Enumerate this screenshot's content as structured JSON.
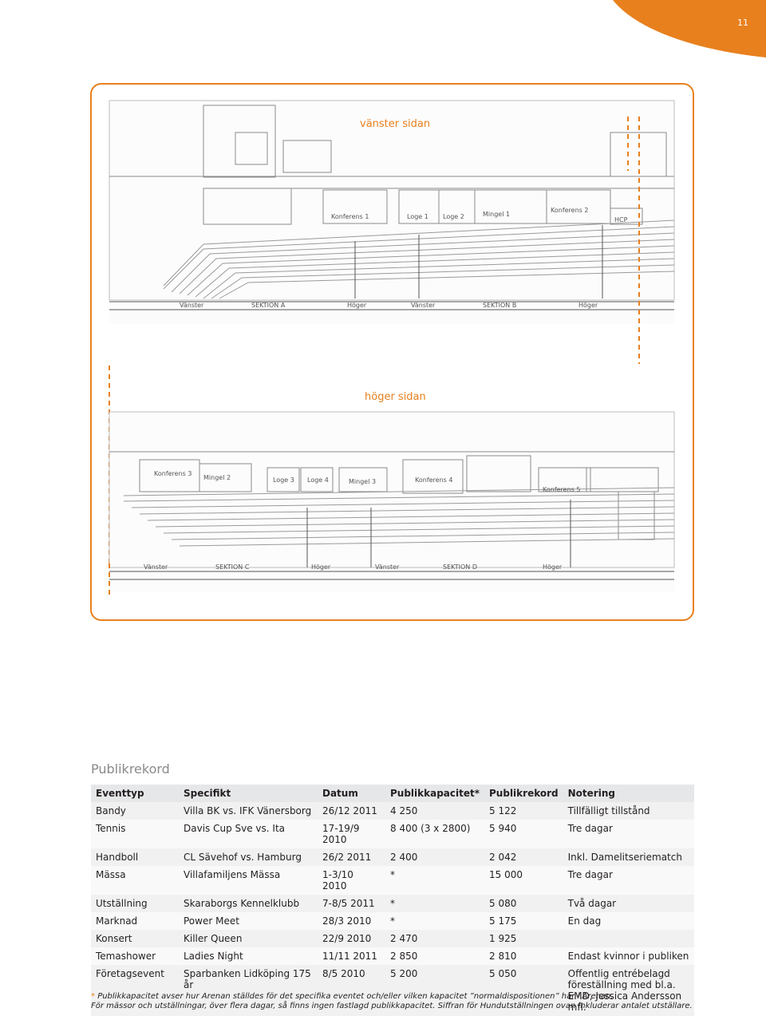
{
  "page": {
    "number": "11",
    "accent_color": "#e8801e"
  },
  "plan": {
    "caption_left": "vänster sidan",
    "caption_right": "höger sidan",
    "top": {
      "rooms": [
        "Konferens 1",
        "Loge 1",
        "Loge 2",
        "Mingel 1",
        "Konferens 2",
        "HCP"
      ],
      "labels": [
        "Vänster",
        "SEKTION A",
        "Höger",
        "Vänster",
        "SEKTION B",
        "Höger"
      ]
    },
    "bottom": {
      "rooms": [
        "Konferens 3",
        "Mingel 2",
        "Loge 3",
        "Loge 4",
        "Mingel 3",
        "Konferens 4",
        "Konferens 5"
      ],
      "labels": [
        "Vänster",
        "SEKTION C",
        "Höger",
        "Vänster",
        "SEKTION D",
        "Höger"
      ]
    }
  },
  "records": {
    "title": "Publikrekord",
    "columns": [
      "Eventtyp",
      "Specifikt",
      "Datum",
      "Publikkapacitet*",
      "Publikrekord",
      "Notering"
    ],
    "rows": [
      [
        "Bandy",
        "Villa BK vs. IFK Vänersborg",
        "26/12 2011",
        "4 250",
        "5 122",
        "Tillfälligt tillstånd"
      ],
      [
        "Tennis",
        "Davis Cup Sve vs. Ita",
        "17-19/9 2010",
        "8 400 (3 x 2800)",
        "5 940",
        "Tre dagar"
      ],
      [
        "Handboll",
        "CL Sävehof vs. Hamburg",
        "26/2 2011",
        "2 400",
        "2 042",
        "Inkl. Damelitseriematch"
      ],
      [
        "Mässa",
        "Villafamiljens Mässa",
        "1-3/10 2010",
        "*",
        "15 000",
        "Tre dagar"
      ],
      [
        "Utställning",
        "Skaraborgs Kennelklubb",
        "7-8/5 2011",
        "*",
        "5 080",
        "Två dagar"
      ],
      [
        "Marknad",
        "Power Meet",
        "28/3 2010",
        "*",
        "5 175",
        "En dag"
      ],
      [
        "Konsert",
        "Killer Queen",
        "22/9 2010",
        "2 470",
        "1 925",
        ""
      ],
      [
        "Temashower",
        "Ladies Night",
        "11/11 2011",
        "2 850",
        "2 810",
        "Endast kvinnor i publiken"
      ],
      [
        "Företagsevent",
        "Sparbanken Lidköping 175 år",
        "8/5 2010",
        "5 200",
        "5 050",
        "Offentlig entrébelagd föreställning med bl.a. EMD, Jessica Andersson mfl."
      ]
    ]
  },
  "footnote": {
    "star": "*",
    "line1": "Publikkapacitet avser hur Arenan ställdes för det specifika eventet och/eller vilken kapacitet ”normaldispositionen” har i Arenan.",
    "line2": "För mässor och utställningar, över flera dagar, så finns ingen fastlagd publikkapacitet. Siffran för Hundutställningen ovan inkluderar antalet utställare."
  }
}
